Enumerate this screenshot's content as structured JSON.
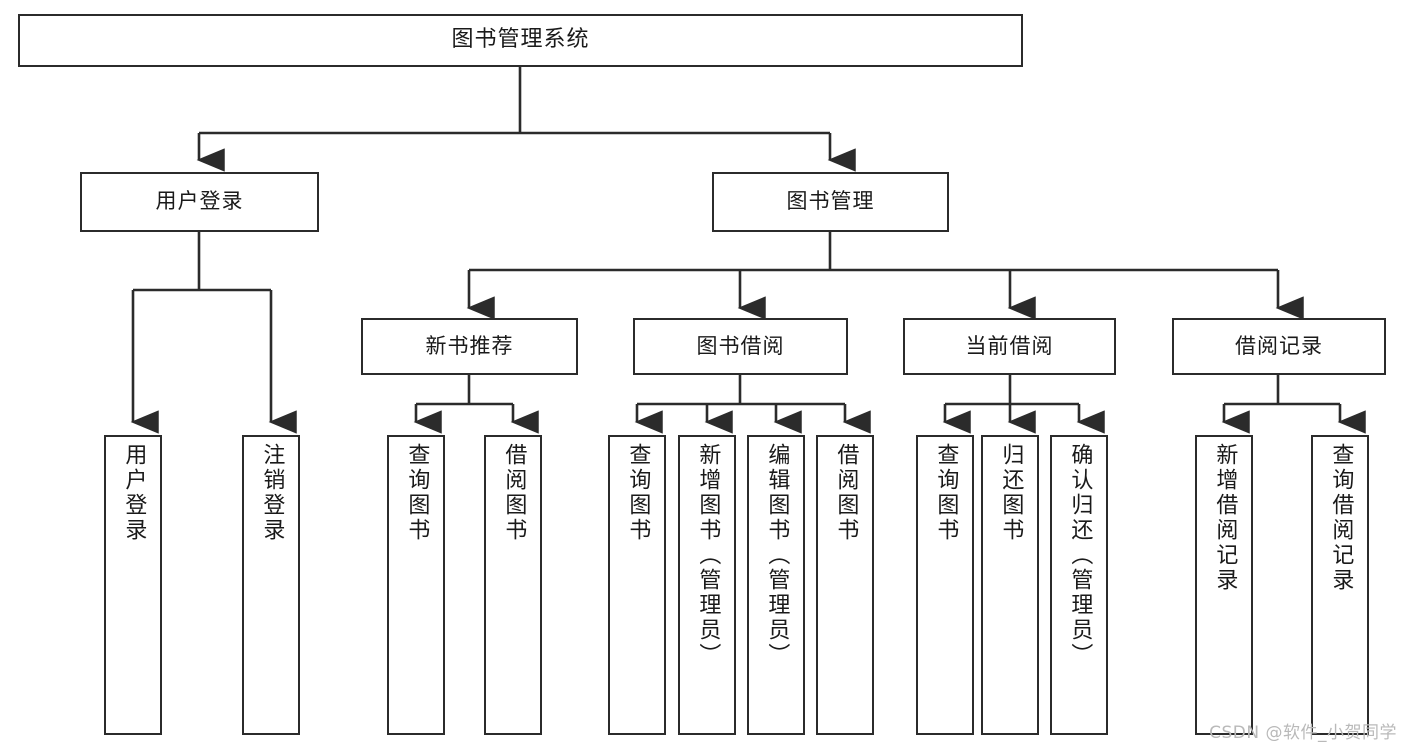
{
  "diagram": {
    "title": "图书管理系统",
    "type": "tree-hierarchy-diagram",
    "watermark": "CSDN @软件_小贺同学",
    "root": {
      "id": "root",
      "label": "图书管理系统"
    },
    "level2": [
      {
        "id": "user-login",
        "label": "用户登录"
      },
      {
        "id": "book-manage",
        "label": "图书管理"
      }
    ],
    "level3": [
      {
        "id": "new-book-rec",
        "label": "新书推荐"
      },
      {
        "id": "book-borrow",
        "label": "图书借阅"
      },
      {
        "id": "current-borrow",
        "label": "当前借阅"
      },
      {
        "id": "borrow-record",
        "label": "借阅记录"
      }
    ],
    "leaves": {
      "user_login": [
        {
          "id": "leaf-user-login",
          "label": "用户登录"
        },
        {
          "id": "leaf-logout-login",
          "label": "注销登录"
        }
      ],
      "new_book_rec": [
        {
          "id": "leaf-query-book-1",
          "label": "查询图书"
        },
        {
          "id": "leaf-borrow-book-1",
          "label": "借阅图书"
        }
      ],
      "book_borrow": [
        {
          "id": "leaf-query-book-2",
          "label": "查询图书"
        },
        {
          "id": "leaf-add-book",
          "label": "新增图书（管理员）"
        },
        {
          "id": "leaf-edit-book",
          "label": "编辑图书（管理员）"
        },
        {
          "id": "leaf-borrow-book-2",
          "label": "借阅图书"
        }
      ],
      "current_borrow": [
        {
          "id": "leaf-query-book-3",
          "label": "查询图书"
        },
        {
          "id": "leaf-return-book",
          "label": "归还图书"
        },
        {
          "id": "leaf-confirm-return",
          "label": "确认归还（管理员）"
        }
      ],
      "borrow_record": [
        {
          "id": "leaf-add-record",
          "label": "新增借阅记录"
        },
        {
          "id": "leaf-query-record",
          "label": "查询借阅记录"
        }
      ]
    },
    "colors": {
      "stroke": "#2b2b2b",
      "fill": "#ffffff",
      "text": "#1a1a1a",
      "watermark": "#b9b9b9"
    }
  }
}
